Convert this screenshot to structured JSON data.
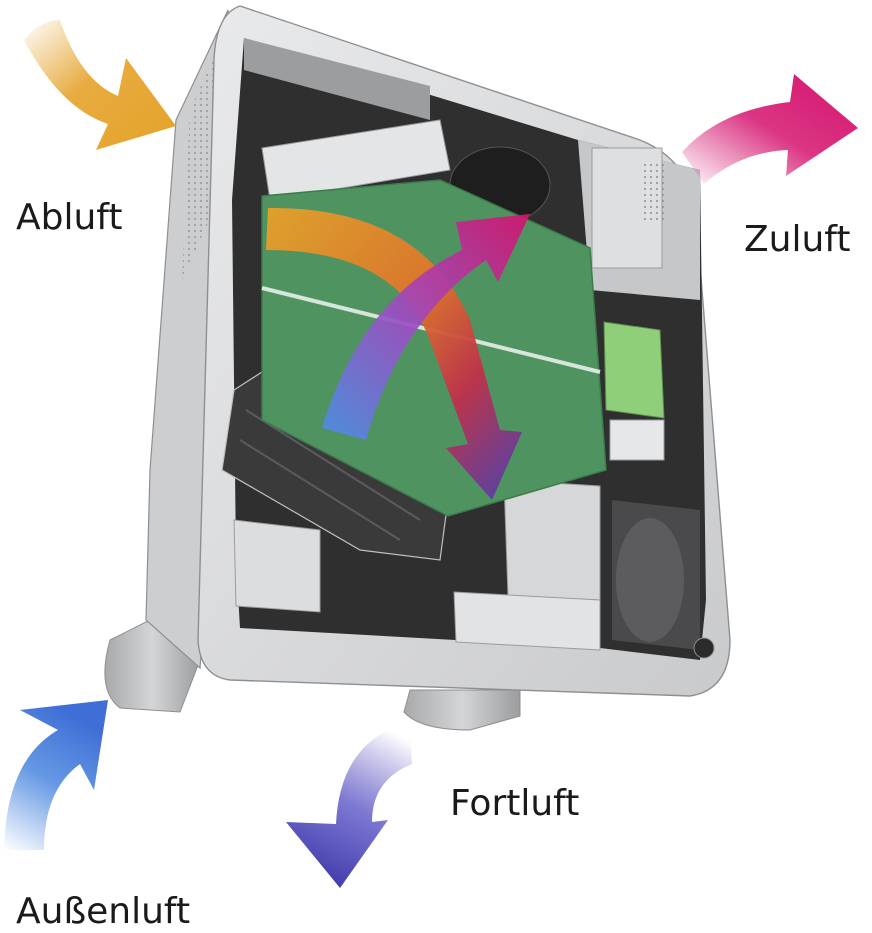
{
  "labels": {
    "exhaust_in": "Abluft",
    "supply_out": "Zuluft",
    "outdoor_in": "Außenluft",
    "exhaust_out": "Fortluft"
  },
  "colors": {
    "abluft": "#e5a22a",
    "zuluft": "#d4126e",
    "aussenluft": "#4a86df",
    "fortluft": "#4b3fb5",
    "exchanger": "#4f9460",
    "housing": "#d9dadb",
    "housing_dark": "#2f2f30",
    "filter": "#3a3a3b",
    "control_board": "#8fcf7a"
  }
}
